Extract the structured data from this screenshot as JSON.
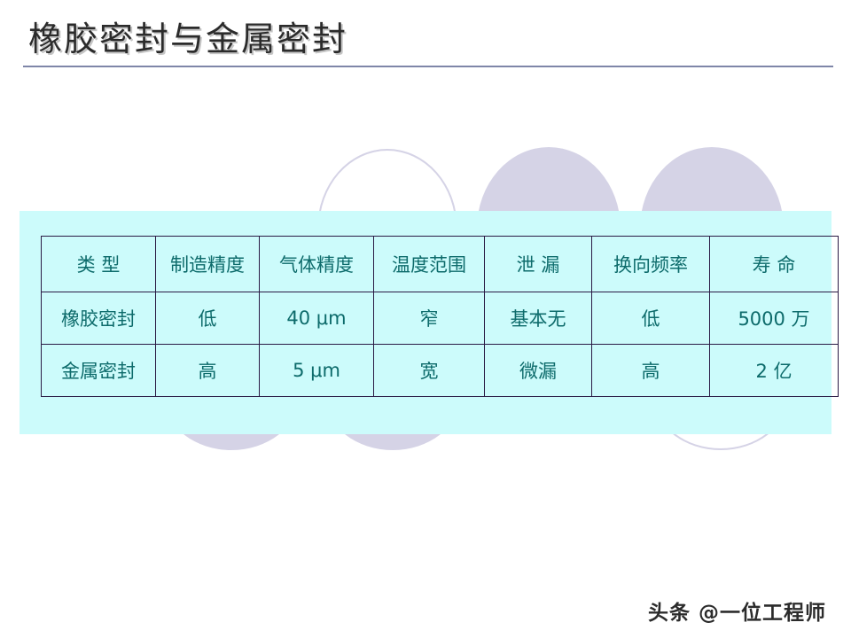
{
  "slide": {
    "title": "橡胶密封与金属密封",
    "background_color": "#ffffff",
    "panel_color": "#ccfbfb",
    "rule_color": "#7f86a8",
    "table_text_color": "#0d6b6b",
    "table_border_color": "#2a1a44",
    "decor_circle_color": "#d5d3e6"
  },
  "table": {
    "headers": [
      "类      型",
      "制造精度",
      "气体精度",
      "温度范围",
      "泄      漏",
      "换向频率",
      "寿      命"
    ],
    "rows": [
      {
        "type": "橡胶密封",
        "manufacturing_precision": "低",
        "gas_precision": "40 μm",
        "temperature_range": "窄",
        "leakage": "基本无",
        "switching_frequency": "低",
        "lifetime": "5000 万"
      },
      {
        "type": "金属密封",
        "manufacturing_precision": "高",
        "gas_precision": "5 μm",
        "temperature_range": "宽",
        "leakage": "微漏",
        "switching_frequency": "高",
        "lifetime": "2 亿"
      }
    ]
  },
  "watermark": {
    "text": "头条 @一位工程师"
  }
}
